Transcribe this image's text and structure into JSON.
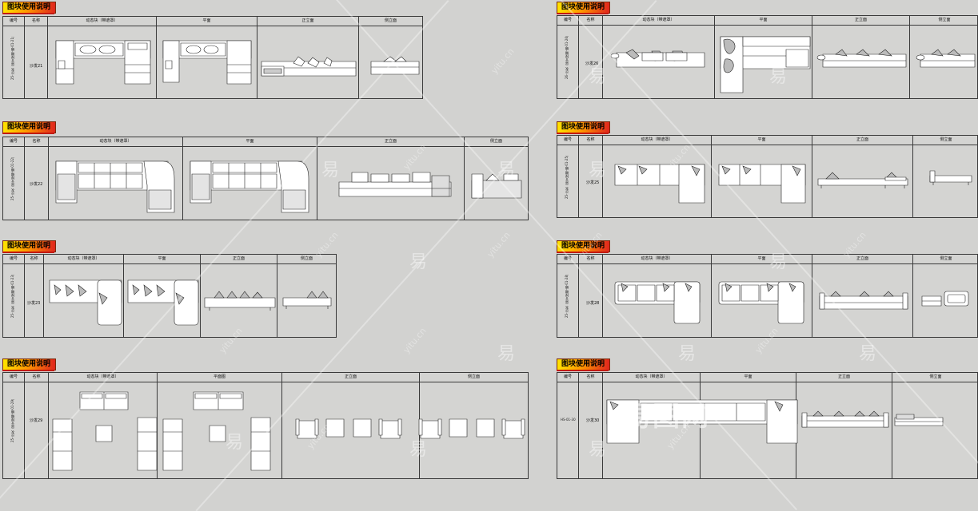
{
  "panels": [
    {
      "tag": "图块使用说明",
      "h": {
        "code": "编号",
        "name": "名称",
        "c1": "动态块（带遮罩）",
        "c2": "平面",
        "c3": "正立面",
        "c4": "侧立面"
      },
      "code": "25-沙发（原文按编-编-01-21）",
      "name": "沙发21"
    },
    {
      "tag": "图块使用说明",
      "h": {
        "code": "编号",
        "name": "名称",
        "c1": "动态块（带遮罩）",
        "c2": "平面",
        "c3": "正立面",
        "c4": "侧立面"
      },
      "code": "25-沙发（原文按编-编-01-22）",
      "name": "沙发22"
    },
    {
      "tag": "图块使用说明",
      "h": {
        "code": "编号",
        "name": "名称",
        "c1": "动态块（带遮罩）",
        "c2": "平面",
        "c3": "正立面",
        "c4": "侧立面"
      },
      "code": "25-沙发（原文按编-编-01-23）",
      "name": "沙发23"
    },
    {
      "tag": "图块使用说明",
      "h": {
        "code": "编号",
        "name": "名称",
        "c1": "动态块（带遮罩）",
        "c2": "平面图",
        "c3": "正立面",
        "c4": "侧立面"
      },
      "code": "25-沙发（原文按编-编-01-29）",
      "name": "沙发29"
    },
    {
      "tag": "图块使用说明",
      "h": {
        "code": "编号",
        "name": "名称",
        "c1": "动态块（带遮罩）",
        "c2": "平面",
        "c3": "正立面",
        "c4": "侧立面"
      },
      "code": "26-沙发（原文按编-编-01-26）",
      "name": "沙发26"
    },
    {
      "tag": "图块使用说明",
      "h": {
        "code": "编号",
        "name": "名称",
        "c1": "动态块（带遮罩）",
        "c2": "平面",
        "c3": "正立面",
        "c4": "侧立面"
      },
      "code": "25-沙发（原文按编-编-01-25）",
      "name": "沙发25"
    },
    {
      "tag": "图块使用说明",
      "h": {
        "code": "编号",
        "name": "名称",
        "c1": "动态块（带遮罩）",
        "c2": "平面",
        "c3": "正立面",
        "c4": "侧立面"
      },
      "code": "25-沙发（原文按编-编-01-28）",
      "name": "沙发28"
    },
    {
      "tag": "图块使用说明",
      "h": {
        "code": "编号",
        "name": "名称",
        "c1": "动态块（带遮罩）",
        "c2": "平面",
        "c3": "正立面",
        "c4": "侧立面"
      },
      "code": "HS-01-30",
      "name": "沙发30"
    }
  ],
  "watermark": {
    "glyph": "易",
    "site": "yitu.cn",
    "banner": "易图网"
  }
}
